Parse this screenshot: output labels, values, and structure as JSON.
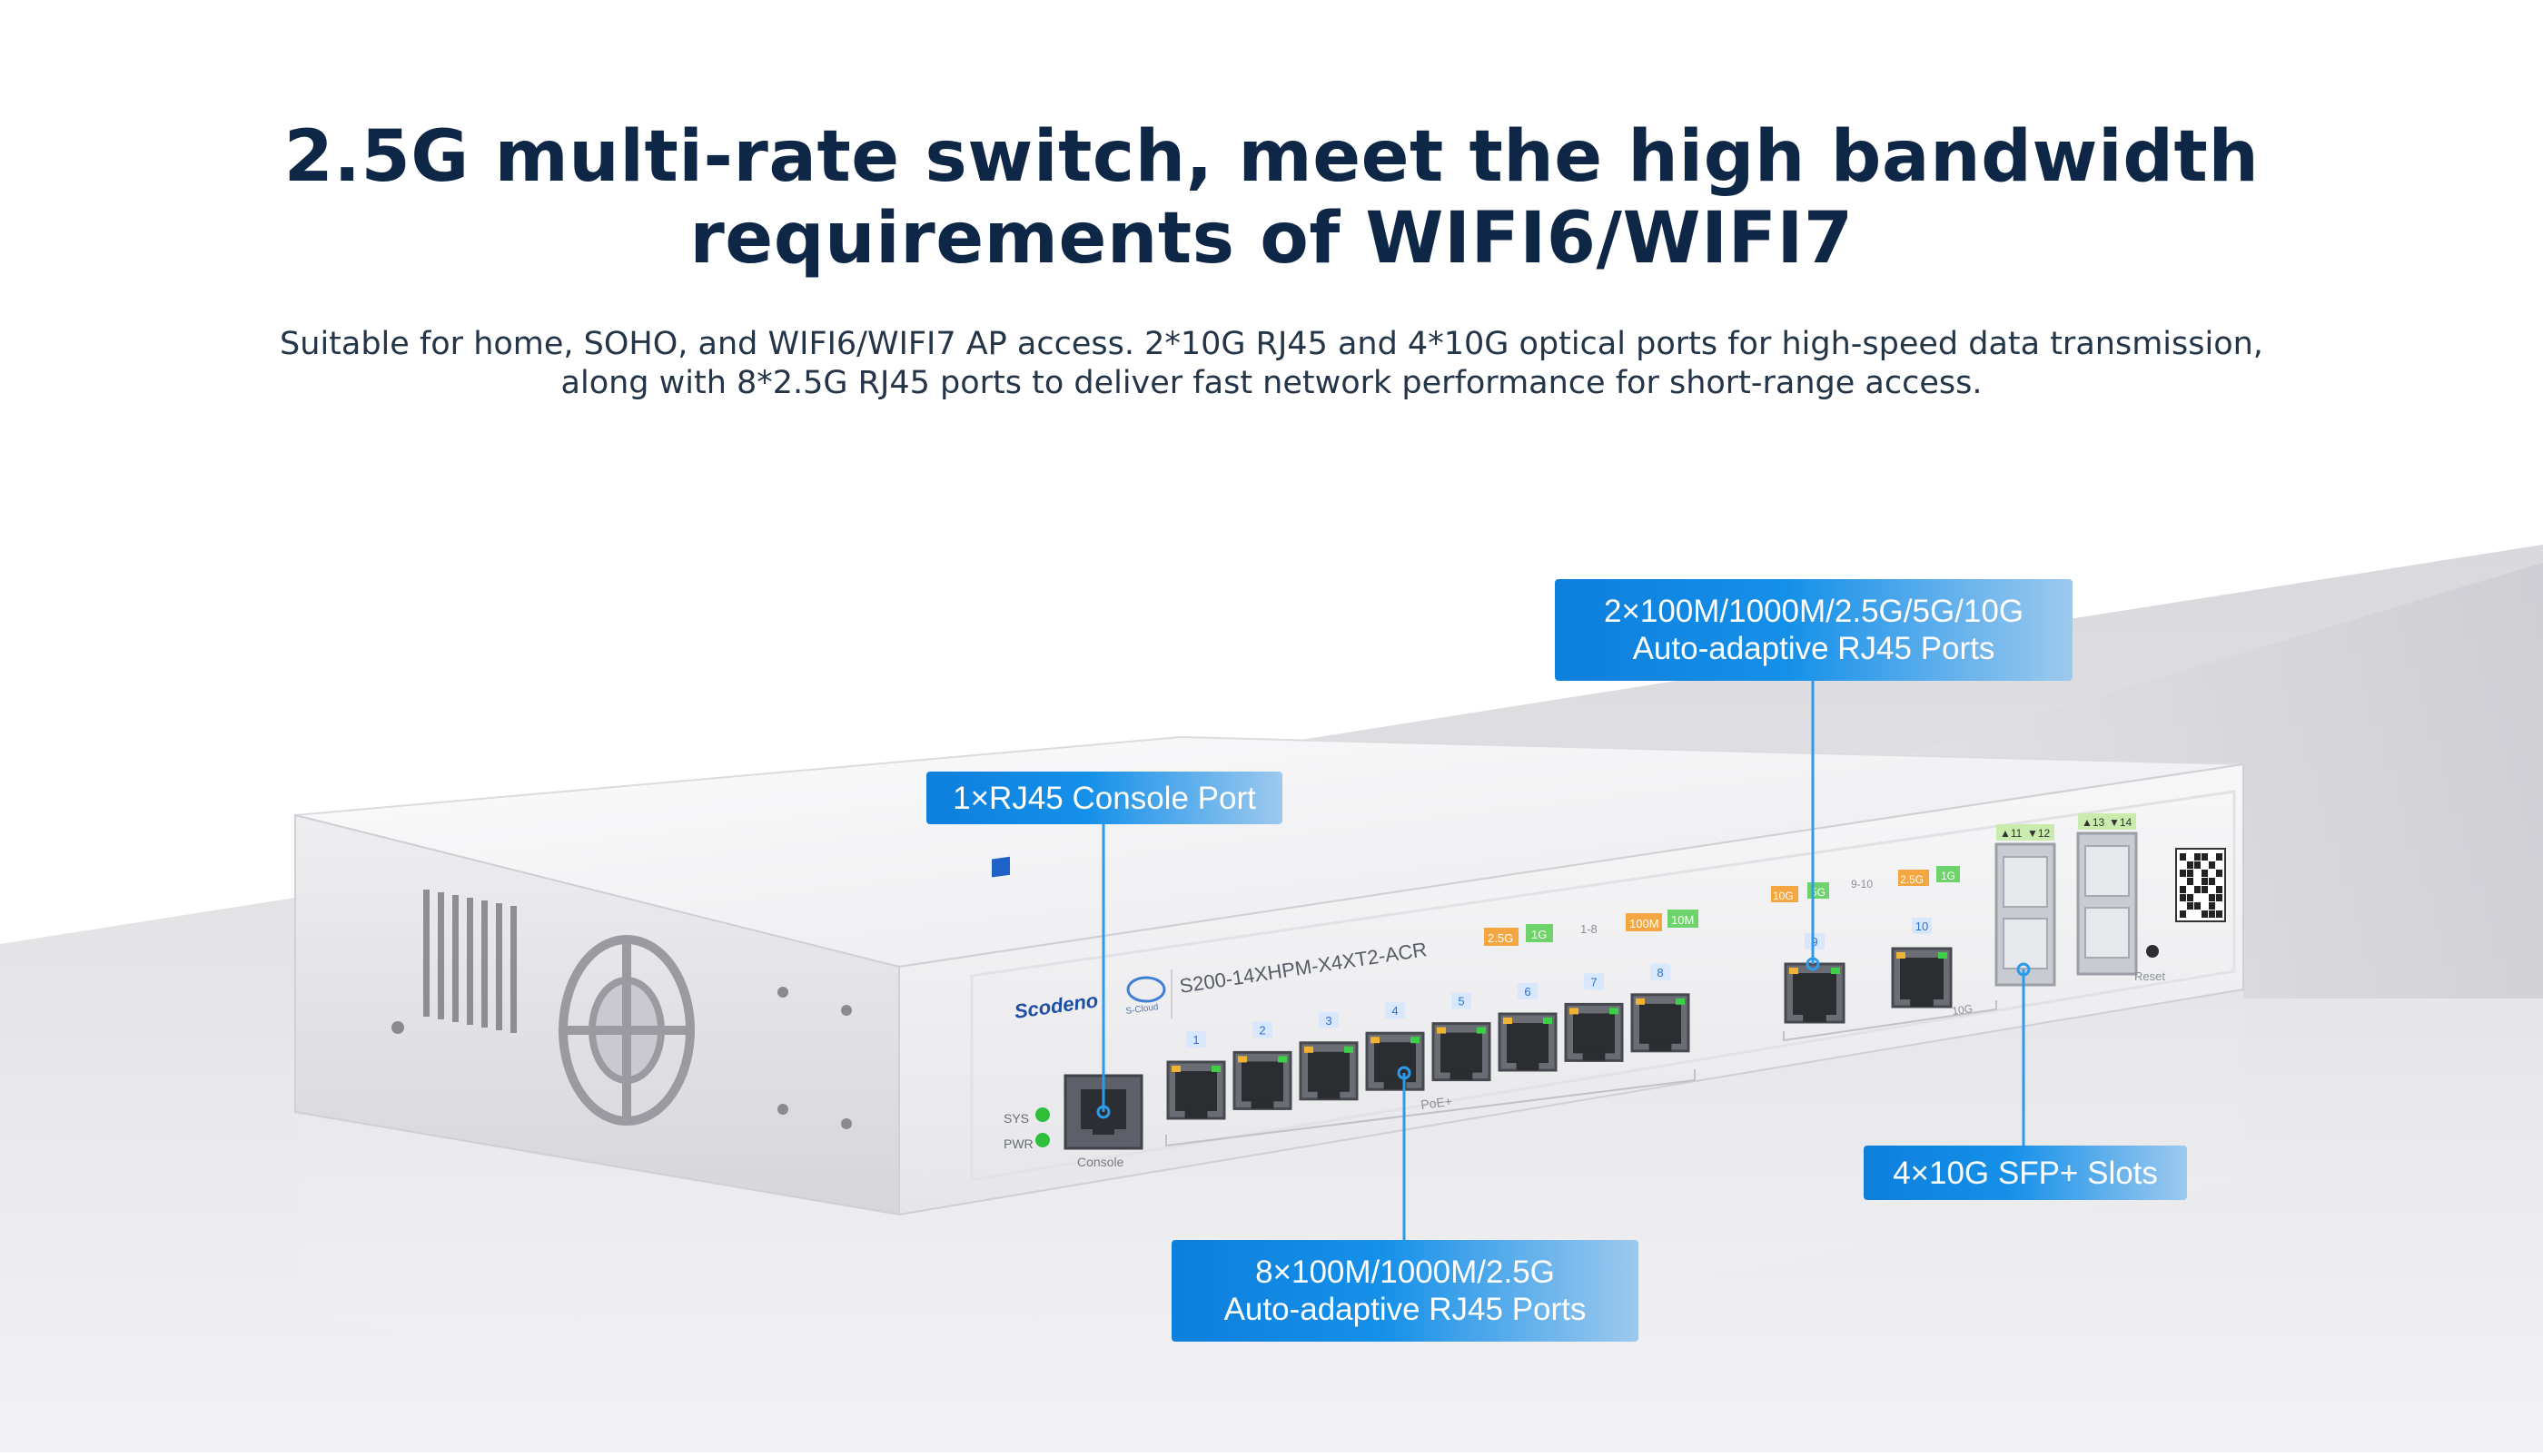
{
  "headline": {
    "line1": "2.5G multi-rate switch, meet the high bandwidth",
    "line2": "requirements of WIFI6/WIFI7"
  },
  "subtitle": {
    "line1": "Suitable for home, SOHO, and WIFI6/WIFI7 AP access. 2*10G RJ45 and 4*10G optical ports for high-speed data transmission,",
    "line2": "along with 8*2.5G RJ45 ports to deliver fast network performance for short-range access."
  },
  "callouts": {
    "console": {
      "line1": "1×RJ45 Console Port"
    },
    "tenG_rj45": {
      "line1": "2×100M/1000M/2.5G/5G/10G",
      "line2": "Auto-adaptive RJ45 Ports"
    },
    "sfp": {
      "line1": "4×10G SFP+ Slots"
    },
    "rj45_25g": {
      "line1": "8×100M/1000M/2.5G",
      "line2": "Auto-adaptive RJ45 Ports"
    }
  },
  "device": {
    "brand": "Scodeno",
    "cloud_label": "S-Cloud",
    "model": "S200-14XHPM-X4XT2-ACR",
    "sys_label": "SYS",
    "pwr_label": "PWR",
    "console_label": "Console",
    "poe_label": "PoE+",
    "tenG_label": "10G",
    "reset_label": "Reset",
    "rj45_numbers": [
      "1",
      "2",
      "3",
      "4",
      "5",
      "6",
      "7",
      "8"
    ],
    "tenG_numbers": [
      "9",
      "10"
    ],
    "sfp_numbers": [
      "11",
      "12",
      "13",
      "14"
    ],
    "legend_left": {
      "speed_a": "2.5G",
      "speed_b": "1G",
      "ports": "1-8",
      "speed_c": "100M",
      "speed_d": "10M"
    },
    "legend_right": {
      "speed_a": "10G",
      "speed_b": "5G",
      "ports": "9-10",
      "speed_c": "2.5G",
      "speed_d": "1G"
    }
  },
  "colors": {
    "headline": "#0f2747",
    "callout_blue": "#0d7fdc",
    "leader_line": "#2d9bea",
    "led_green": "#2fbf3a",
    "tag_orange": "#f4a640",
    "tag_green": "#6ed36a",
    "port_number_blue": "#2a6fd6"
  }
}
